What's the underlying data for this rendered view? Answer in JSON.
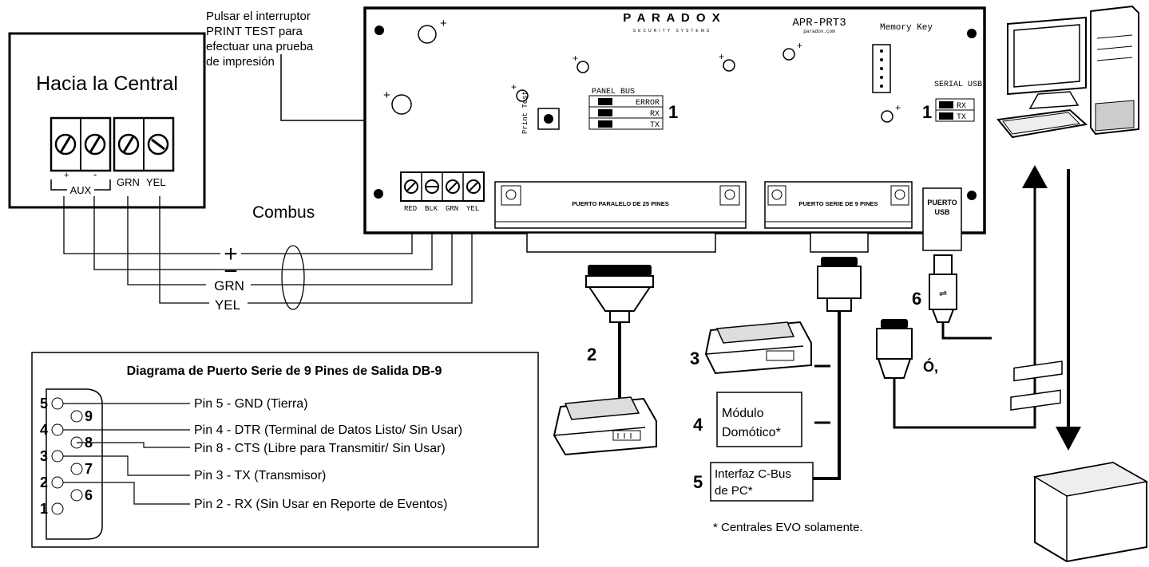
{
  "central": {
    "title": "Hacia la Central",
    "aux": "AUX",
    "plus": "+",
    "minus": "-",
    "grn": "GRN",
    "yel": "YEL"
  },
  "note_print": {
    "line1": "Pulsar el interruptor",
    "line2": "PRINT TEST para",
    "line3": "efectuar una prueba",
    "line4": "de impresión"
  },
  "combus": "Combus",
  "wires": {
    "plus": "+",
    "minus": "−",
    "grn": "GRN",
    "yel": "YEL"
  },
  "board": {
    "brand": "P A R A D O X",
    "brand_sub": "SECURITY SYSTEMS",
    "model": "APR-PRT3",
    "model_sub": "paradox.com",
    "memory_key": "Memory Key",
    "panel_bus": "PANEL BUS",
    "error": "ERROR",
    "rx": "RX",
    "tx": "TX",
    "serial_usb": "SERIAL USB",
    "print_test": "Print Test",
    "terminals": {
      "red": "RED",
      "blk": "BLK",
      "grn": "GRN",
      "yel": "YEL"
    },
    "parallel_port": "PUERTO PARALELO DE 25 PINES",
    "serial_port": "PUERTO SERIE DE 9 PINES",
    "usb_port": "PUERTO USB",
    "num1a": "1",
    "num1b": "1"
  },
  "devices": {
    "n2": "2",
    "n3": "3",
    "n4": "4",
    "n5": "5",
    "n6": "6",
    "modulo": "Módulo Domótico*",
    "interfaz": "Interfaz C-Bus de PC*",
    "o_comma": "Ó,",
    "footnote": "* Centrales EVO solamente."
  },
  "db9": {
    "title": "Diagrama de Puerto Serie de 9 Pines de Salida DB-9",
    "pins": [
      "5",
      "9",
      "4",
      "8",
      "3",
      "7",
      "2",
      "6",
      "1"
    ],
    "lines": [
      "Pin 5 - GND (Tierra)",
      "Pin 4 - DTR (Terminal de Datos Listo/ Sin Usar)",
      "Pin 8 - CTS (Libre para Transmitir/ Sin Usar)",
      "Pin 3 - TX (Transmisor)",
      "Pin 2 - RX (Sin Usar en Reporte de Eventos)"
    ]
  }
}
